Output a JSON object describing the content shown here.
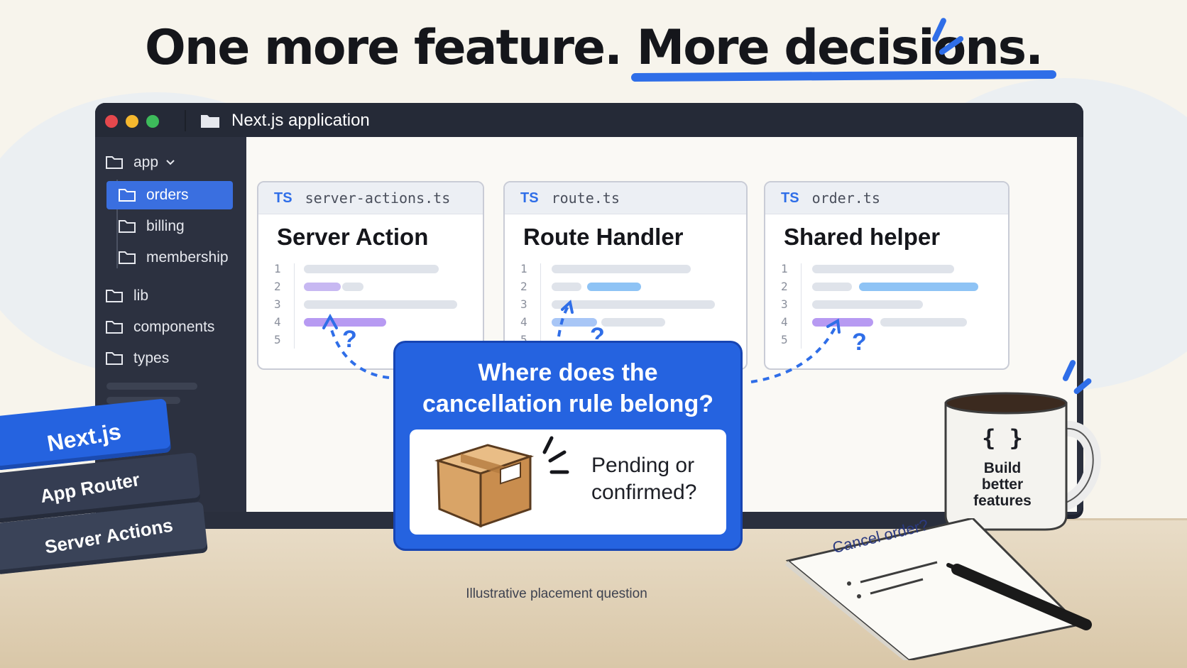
{
  "headline": {
    "part1": "One more feature.",
    "part2": "More decisions."
  },
  "window": {
    "title": "Next.js application",
    "traffic_lights": [
      "#e5484d",
      "#f5b82e",
      "#3dbb5b"
    ]
  },
  "sidebar": {
    "items": [
      {
        "label": "app",
        "icon": "folder-icon",
        "expand_icon": "chevron-down-icon"
      },
      {
        "label": "orders",
        "icon": "folder-icon",
        "selected": true
      },
      {
        "label": "billing",
        "icon": "folder-icon"
      },
      {
        "label": "membership",
        "icon": "folder-icon"
      },
      {
        "label": "lib",
        "icon": "folder-icon"
      },
      {
        "label": "components",
        "icon": "folder-icon"
      },
      {
        "label": "types",
        "icon": "folder-icon"
      }
    ]
  },
  "cards": [
    {
      "tab_badge": "TS",
      "filename": "server-actions.ts",
      "title": "Server Action",
      "line_numbers": [
        "1",
        "2",
        "3",
        "4",
        "5"
      ],
      "question": "?"
    },
    {
      "tab_badge": "TS",
      "filename": "route.ts",
      "title": "Route Handler",
      "line_numbers": [
        "1",
        "2",
        "3",
        "4",
        "5"
      ],
      "question": "?"
    },
    {
      "tab_badge": "TS",
      "filename": "order.ts",
      "title": "Shared helper",
      "line_numbers": [
        "1",
        "2",
        "3",
        "4",
        "5"
      ],
      "question": "?"
    }
  ],
  "callout": {
    "question": "Where does the cancellation rule belong?",
    "status_line1": "Pending or",
    "status_line2": "confirmed?",
    "icon": "package-box-icon"
  },
  "books": [
    "Next.js",
    "App Router",
    "Server Actions"
  ],
  "mug": {
    "symbol": "{ }",
    "line1": "Build",
    "line2": "better",
    "line3": "features"
  },
  "notepad": {
    "text": "Cancel order?"
  },
  "caption": "Illustrative placement question",
  "colors": {
    "accent": "#2f6ee8",
    "callout": "#2563e0",
    "monitor": "#2a2f3d",
    "background": "#f7f4ec"
  }
}
